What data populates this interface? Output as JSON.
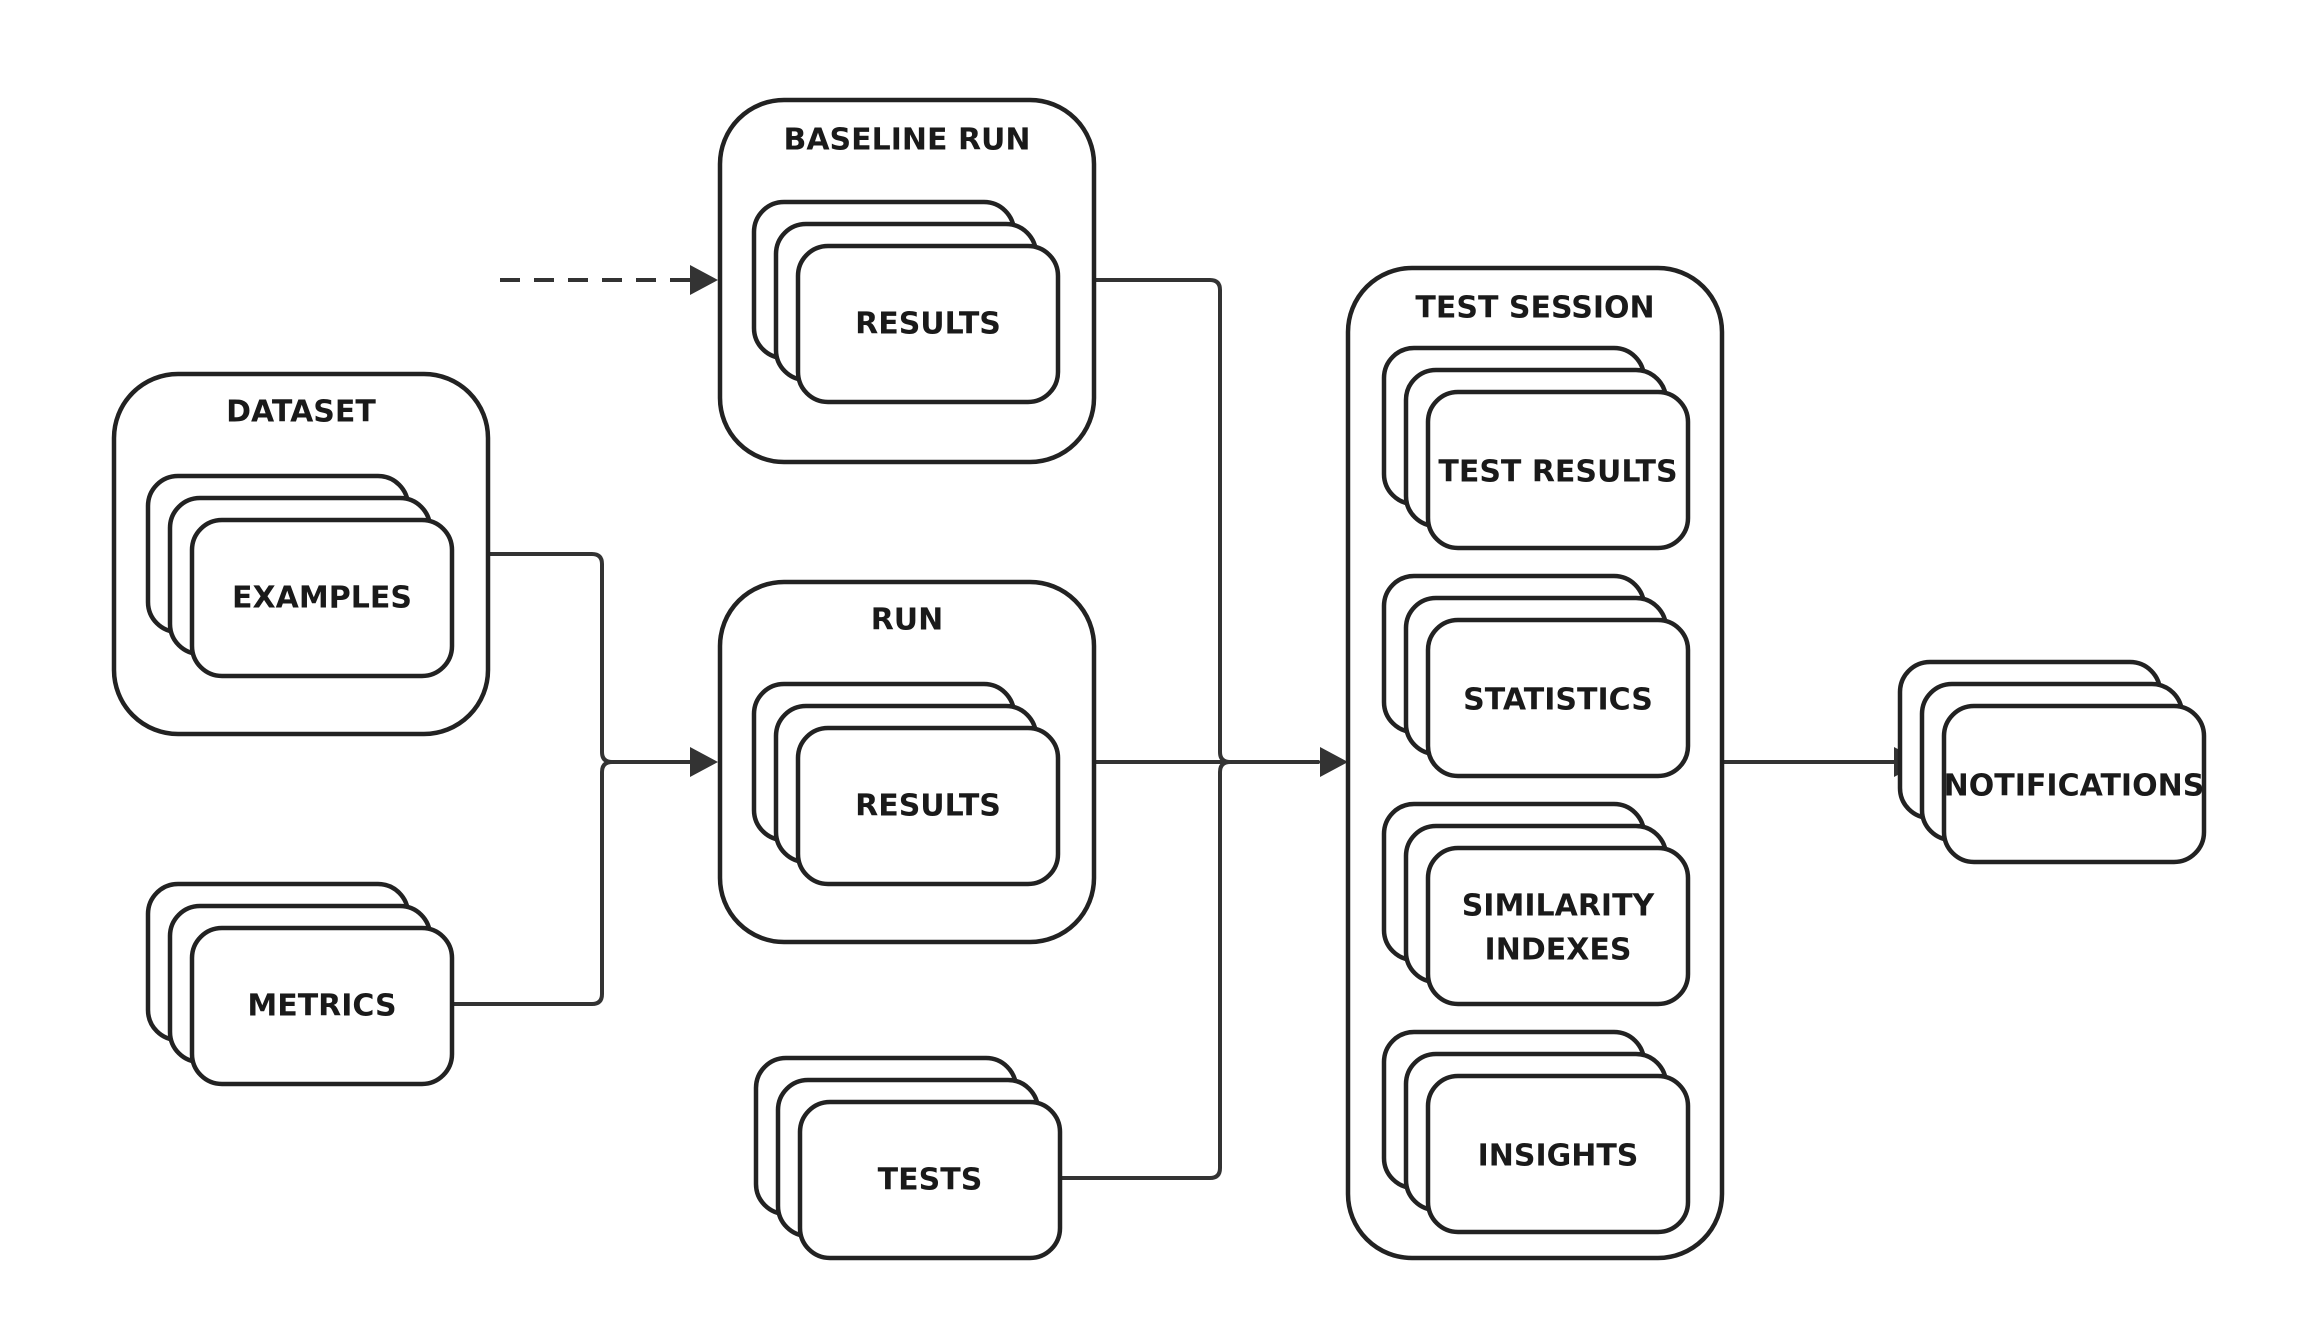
{
  "diagram": {
    "dataset": {
      "title": "DATASET",
      "item": "EXAMPLES"
    },
    "metrics": "METRICS",
    "baseline_run": {
      "title": "BASELINE RUN",
      "item": "RESULTS"
    },
    "run": {
      "title": "RUN",
      "item": "RESULTS"
    },
    "tests": "TESTS",
    "test_session": {
      "title": "TEST SESSION",
      "items": {
        "test_results": "TEST RESULTS",
        "statistics": "STATISTICS",
        "similarity_line1": "SIMILARITY",
        "similarity_line2": "INDEXES",
        "insights": "INSIGHTS"
      }
    },
    "notifications": "NOTIFICATIONS"
  }
}
